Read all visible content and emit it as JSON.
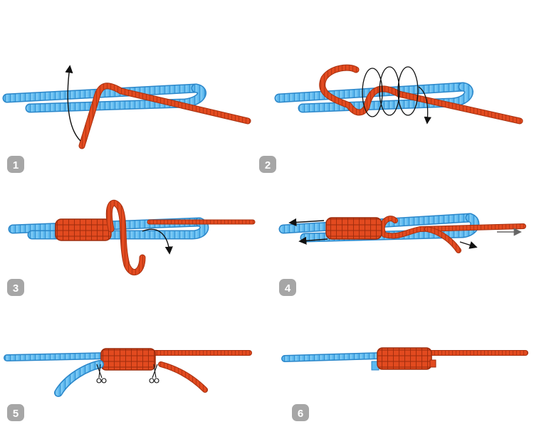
{
  "steps": [
    {
      "number": "1"
    },
    {
      "number": "2"
    },
    {
      "number": "3"
    },
    {
      "number": "4"
    },
    {
      "number": "5"
    },
    {
      "number": "6"
    }
  ],
  "colors": {
    "blue_line": "#5bb8ef",
    "blue_line_edge": "#2a86c9",
    "red_line": "#e24a1f",
    "red_line_edge": "#a8300f",
    "arrow": "#111111",
    "badge": "#a6a6a6",
    "background": "#ffffff"
  },
  "icons": [
    "arrow-icon",
    "scissors-icon"
  ]
}
